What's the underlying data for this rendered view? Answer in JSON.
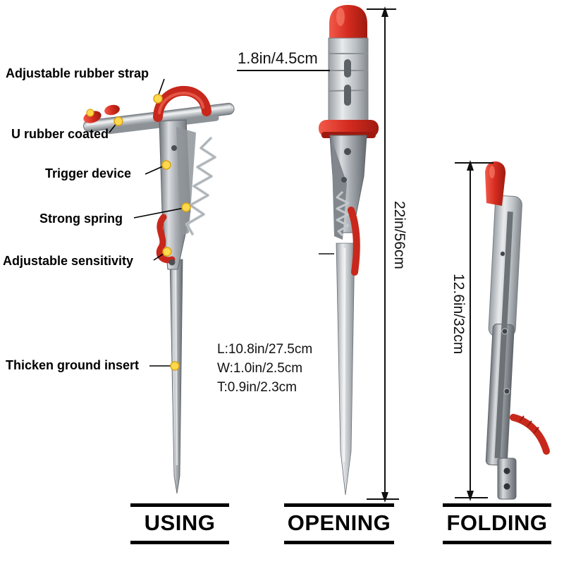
{
  "callouts": [
    {
      "label": "Adjustable rubber strap"
    },
    {
      "label": "U rubber coated"
    },
    {
      "label": "Trigger device"
    },
    {
      "label": "Strong spring"
    },
    {
      "label": "Adjustable sensitivity"
    },
    {
      "label": "Thicken ground insert"
    }
  ],
  "dimensions": {
    "rod_clamp_width": "1.8in/4.5cm",
    "opening_height": "22in/56cm",
    "folding_height": "12.6in/32cm",
    "specs": [
      "L:10.8in/27.5cm",
      "W:1.0in/2.5cm",
      "T:0.9in/2.3cm"
    ]
  },
  "sections": [
    {
      "title": "USING"
    },
    {
      "title": "OPENING"
    },
    {
      "title": "FOLDING"
    }
  ],
  "colors": {
    "accent_red": "#cf2a1e",
    "callout_dot_yellow": "#ffd84d",
    "metal_gray": "#a8adb2",
    "text_black": "#111111",
    "background": "#ffffff"
  }
}
